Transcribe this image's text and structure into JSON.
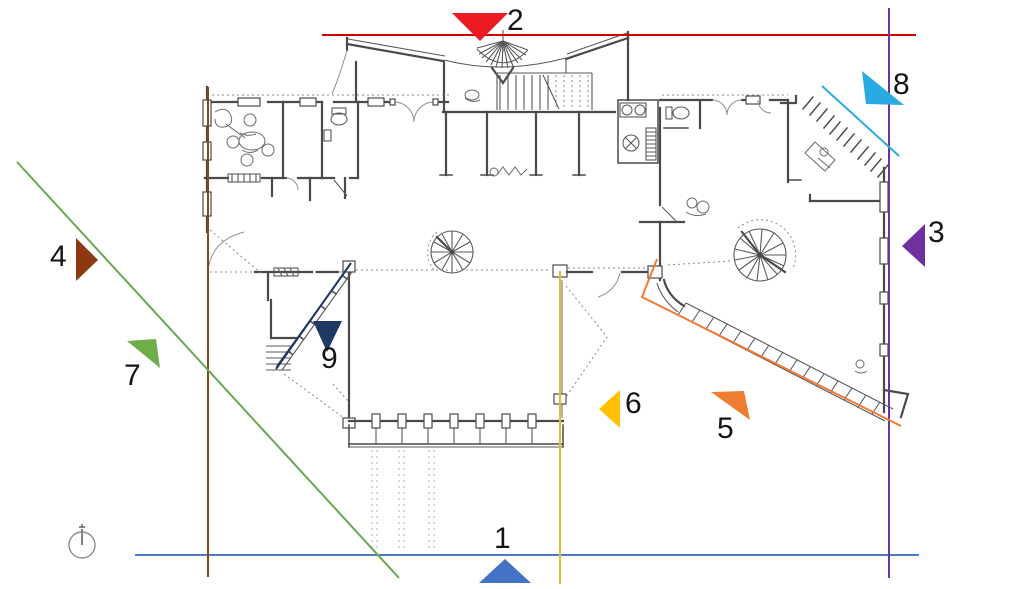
{
  "figure": {
    "type": "architectural-floor-plan",
    "description": "Hand-drawn ground floor plan annotated with nine colored section/view markers and matching section lines"
  },
  "markers": [
    {
      "number": "1",
      "color": "#4472c4",
      "direction": "up"
    },
    {
      "number": "2",
      "color": "#ec1b23",
      "direction": "down"
    },
    {
      "number": "3",
      "color": "#7030a0",
      "direction": "left"
    },
    {
      "number": "4",
      "color": "#8a3a0e",
      "direction": "right"
    },
    {
      "number": "5",
      "color": "#ed7d31",
      "direction": "down-right"
    },
    {
      "number": "6",
      "color": "#ffc000",
      "direction": "left"
    },
    {
      "number": "7",
      "color": "#6fae4a",
      "direction": "down-right"
    },
    {
      "number": "8",
      "color": "#29abe2",
      "direction": "down-right"
    },
    {
      "number": "9",
      "color": "#1f3864",
      "direction": "down"
    }
  ],
  "section_lines": [
    {
      "name": "top-horizontal",
      "color": "#d40000"
    },
    {
      "name": "bottom-horizontal",
      "color": "#4a7ec0"
    },
    {
      "name": "left-vertical",
      "color": "#8f4413"
    },
    {
      "name": "right-vertical",
      "color": "#7030a0"
    },
    {
      "name": "middle-vertical",
      "color": "#e0ba38"
    },
    {
      "name": "long-diagonal",
      "color": "#6aa84f"
    },
    {
      "name": "upper-right-diagonal",
      "color": "#29abe2"
    },
    {
      "name": "ramp-diagonal",
      "color": "#1f3864"
    },
    {
      "name": "stair-diagonal",
      "color": "#ed7d31"
    }
  ],
  "icons": [
    {
      "name": "north-compass-icon"
    }
  ]
}
